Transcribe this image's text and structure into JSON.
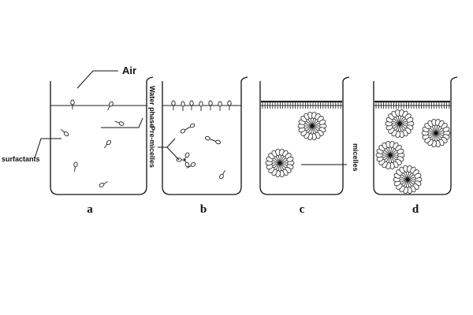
{
  "labels": {
    "air": "Air",
    "water_phase": "Water phase",
    "surfactants": "surfactants",
    "pre_micelles": "Pre-micelles",
    "micelles": "micelles"
  },
  "panels": [
    {
      "letter": "a"
    },
    {
      "letter": "b"
    },
    {
      "letter": "c"
    },
    {
      "letter": "d"
    }
  ],
  "colors": {
    "ink": "#111111",
    "background": "#ffffff"
  }
}
